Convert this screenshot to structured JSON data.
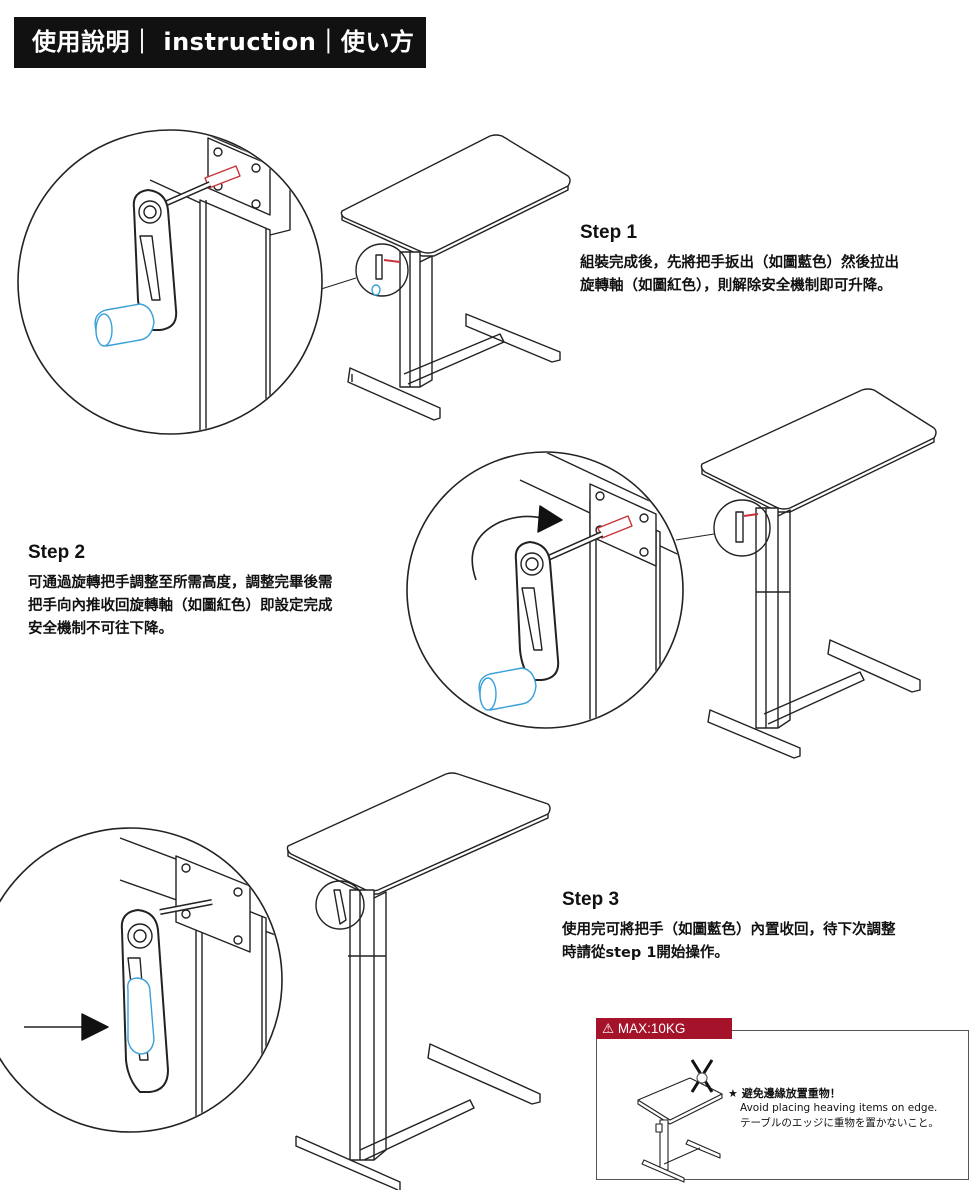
{
  "header": {
    "title": "使用說明｜ instruction｜使い方"
  },
  "steps": [
    {
      "title": "Step 1",
      "body": [
        "組裝完成後，先將把手扳出（如圖藍色）然後拉出",
        "旋轉軸（如圖紅色），則解除安全機制即可升降。"
      ]
    },
    {
      "title": "Step 2",
      "body": [
        "可通過旋轉把手調整至所需高度，調整完畢後需",
        "把手向內推收回旋轉軸（如圖紅色）即設定完成",
        "安全機制不可往下降。"
      ]
    },
    {
      "title": "Step 3",
      "body": [
        "使用完可將把手（如圖藍色）內置收回，待下次調整",
        "時請從step 1開始操作。"
      ]
    }
  ],
  "warning": {
    "tab_icon": "⚠",
    "tab_label": "MAX:10KG",
    "line_zh": "★ 避免邊緣放置重物！",
    "line_en": "Avoid placing heaving items on edge.",
    "line_ja": "テーブルのエッジに重物を置かないこと。"
  },
  "colors": {
    "header_bg": "#111111",
    "warning_red": "#a4132a",
    "handle_blue": "#3aa0d8",
    "shaft_red": "#c8323a"
  }
}
